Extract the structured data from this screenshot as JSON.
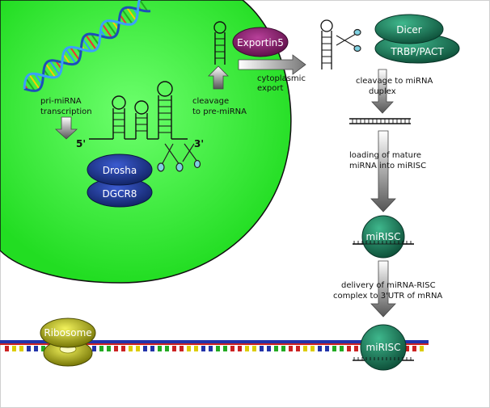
{
  "labels": {
    "pri_mirna": [
      "pri-miRNA",
      "transcription"
    ],
    "cleavage_pre": [
      "cleavage",
      "to pre-miRNA"
    ],
    "cytoplasmic_export": [
      "cytoplasmic",
      "export"
    ],
    "cleavage_duplex": [
      "cleavage to miRNA",
      "duplex"
    ],
    "loading": [
      "loading of mature",
      "miRNA into miRISC"
    ],
    "delivery": [
      "delivery of miRNA-RISC",
      "complex to 3'UTR of mRNA"
    ],
    "five_prime": "5'",
    "three_prime": "3'"
  },
  "proteins": {
    "drosha": "Drosha",
    "dgcr8": "DGCR8",
    "exportin": "Exportin5",
    "dicer": "Dicer",
    "trbp": "TRBP/PACT",
    "mirisc": "miRISC",
    "ribosome": "Ribosome"
  },
  "colors": {
    "nucleus": "#22dd22",
    "protein_navy": "#1e3a8a",
    "exportin": "#8b1a6b",
    "dicer": "#1f7a5a",
    "mirisc": "#1f8a6a",
    "ribosome": "#9a9a10",
    "mrna_blue": "#2233aa",
    "mrna_red": "#cc2222"
  },
  "icons": [
    "dna-helix-icon",
    "scissors-icon",
    "down-arrow-icon",
    "right-arrow-icon"
  ]
}
